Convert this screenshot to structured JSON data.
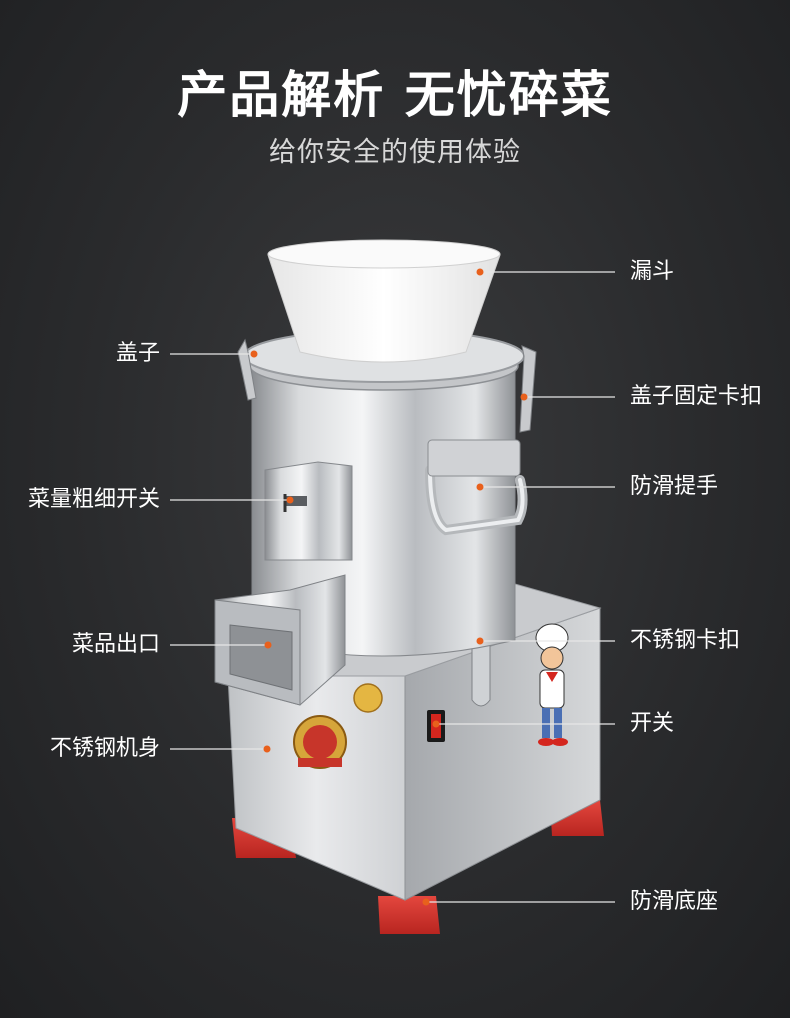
{
  "header": {
    "title": "产品解析 无忧碎菜",
    "subtitle": "给你安全的使用体验"
  },
  "callouts": {
    "funnel": "漏斗",
    "lid": "盖子",
    "lid_clip": "盖子固定卡扣",
    "coarseness_switch": "菜量粗细开关",
    "handle": "防滑提手",
    "outlet": "菜品出口",
    "steel_clip": "不锈钢卡扣",
    "power_switch": "开关",
    "steel_body": "不锈钢机身",
    "feet": "防滑底座"
  },
  "colors": {
    "background": "#2a2b2d",
    "accent_dot": "#e8601c",
    "leader_line": "#e6e6e6",
    "feet": "#d7322b",
    "funnel": "#f3f3f3"
  }
}
